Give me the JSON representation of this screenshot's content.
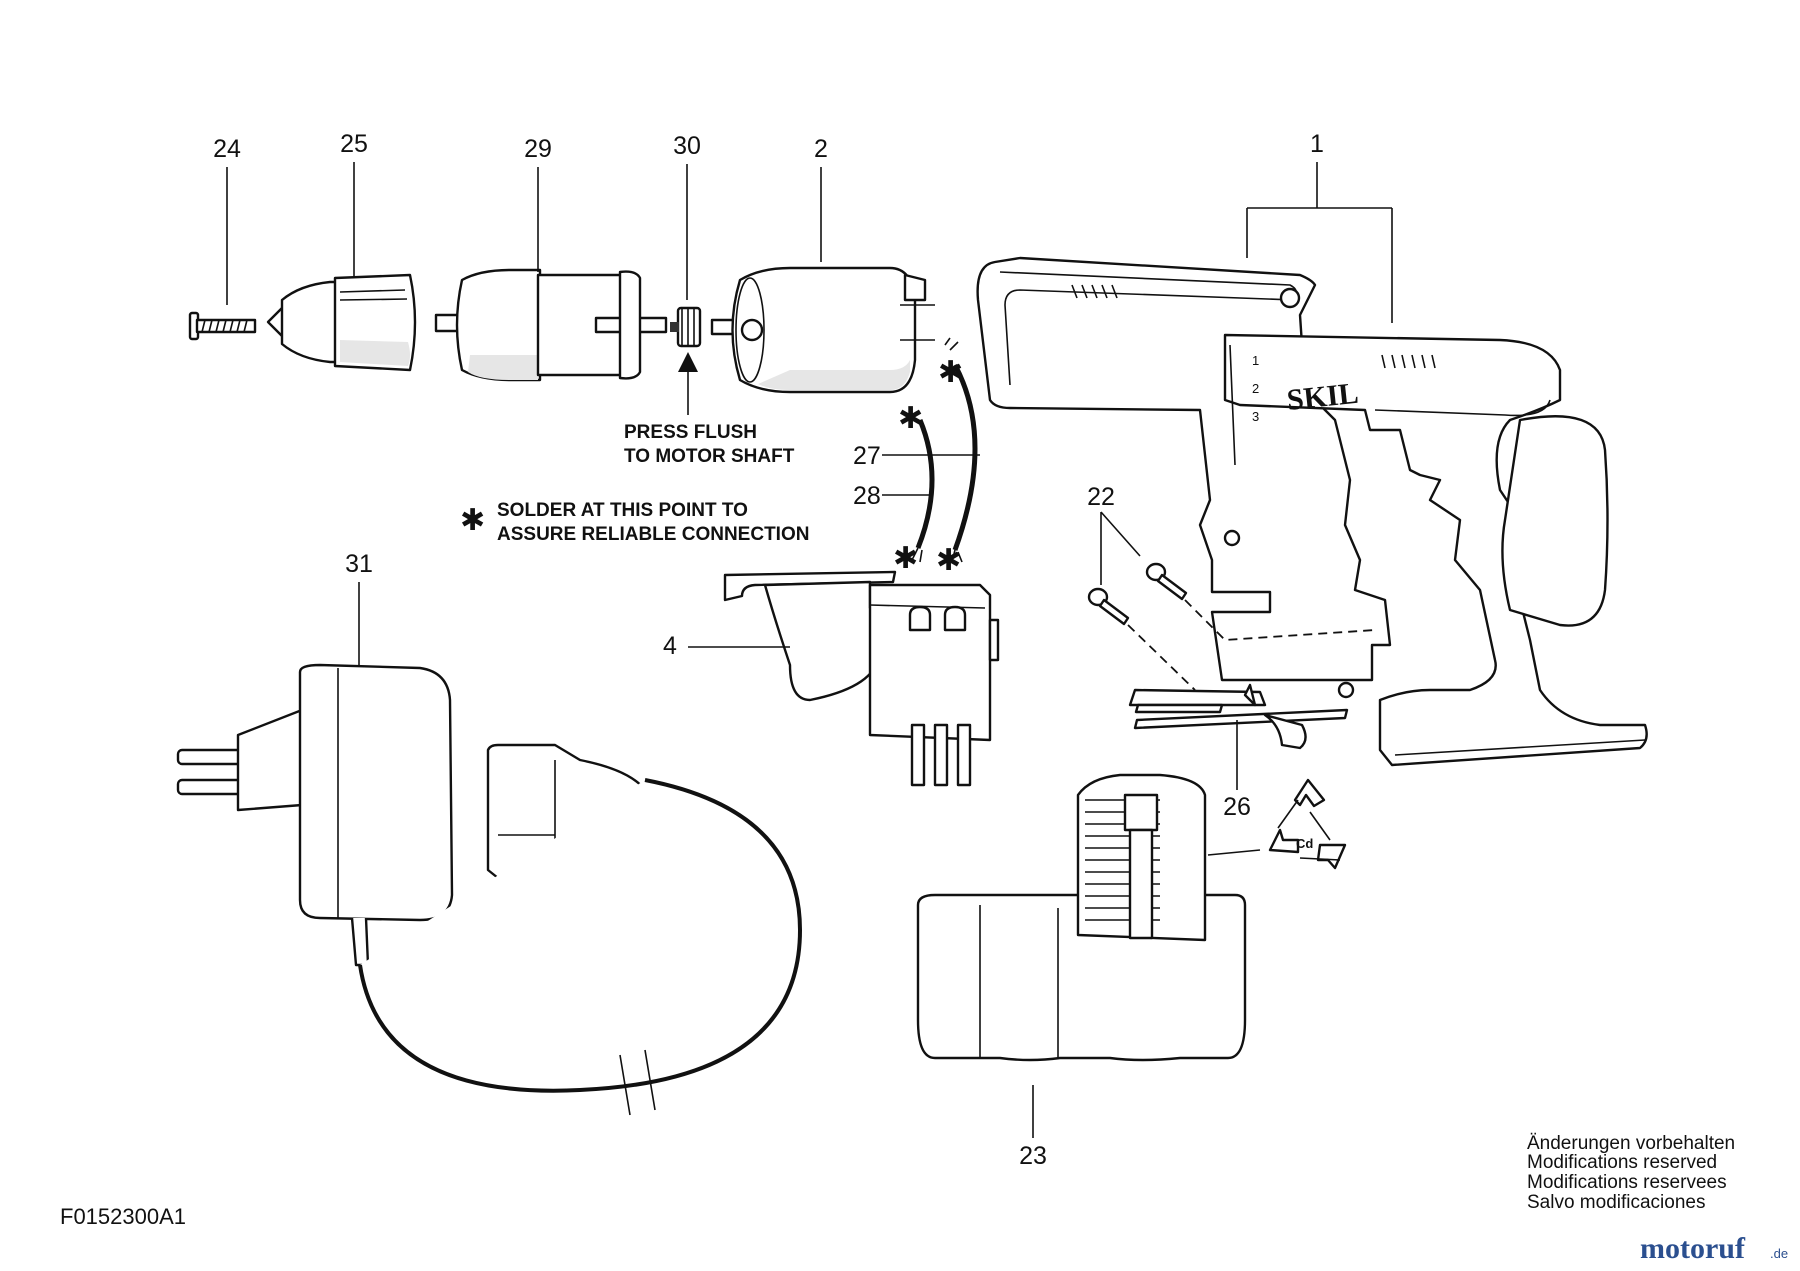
{
  "part_labels": {
    "p24": "24",
    "p25": "25",
    "p29": "29",
    "p30": "30",
    "p2": "2",
    "p1": "1",
    "p27": "27",
    "p28": "28",
    "p22": "22",
    "p31": "31",
    "p4": "4",
    "p26": "26",
    "p23": "23"
  },
  "notes": {
    "press_line1": "PRESS FLUSH",
    "press_line2": "TO MOTOR SHAFT",
    "solder_star": "✱",
    "solder_line1": "SOLDER AT THIS POINT TO",
    "solder_line2": "ASSURE RELIABLE CONNECTION",
    "wire_star": "✱"
  },
  "product": {
    "brand": "SKIL",
    "speeds": [
      "1",
      "2",
      "3"
    ]
  },
  "recycle_symbol": {
    "text": "Cd"
  },
  "footer": {
    "disclaimer": [
      "Änderungen vorbehalten",
      "Modifications reserved",
      "Modifications reservees",
      "Salvo modificaciones"
    ],
    "drawing_code": "F0152300A1"
  },
  "watermark": {
    "main": "motoruf",
    "suffix": ".de"
  }
}
